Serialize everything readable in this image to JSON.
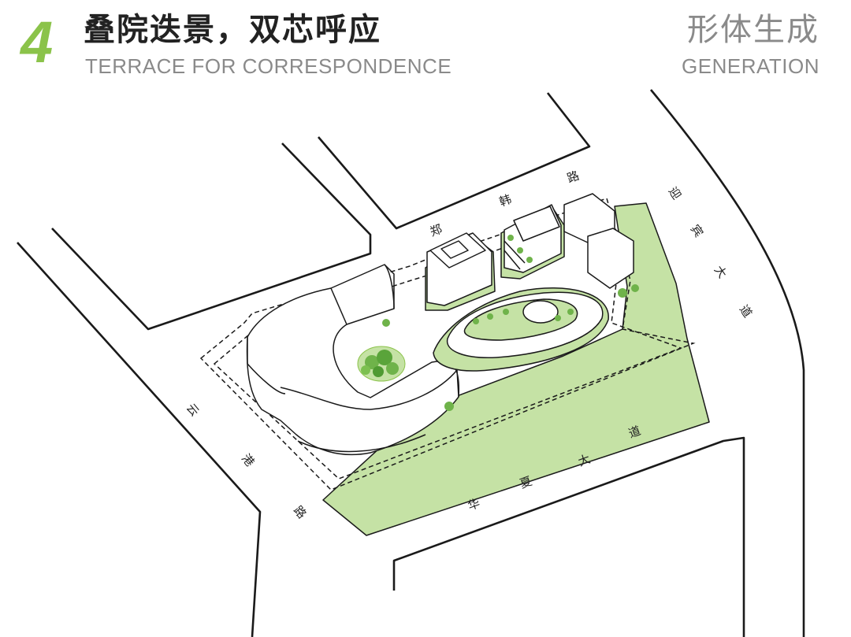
{
  "header": {
    "step_number": "4",
    "title_cn": "叠院迭景，双芯呼应",
    "title_en": "TERRACE FOR CORRESPONDENCE",
    "section_cn": "形体生成",
    "section_en": "GENERATION"
  },
  "roads": {
    "zhenghan": [
      "郑",
      "韩",
      "路"
    ],
    "yingbin": [
      "迎",
      "宾",
      "大",
      "道"
    ],
    "yungang": [
      "云",
      "港",
      "路"
    ],
    "huaxia": [
      "华",
      "夏",
      "大",
      "道"
    ]
  },
  "colors": {
    "accent_green": "#8bc34a",
    "green_belt": "#c5e2a5",
    "tree_green": "#6fb34a",
    "line": "#1a1a1a"
  }
}
